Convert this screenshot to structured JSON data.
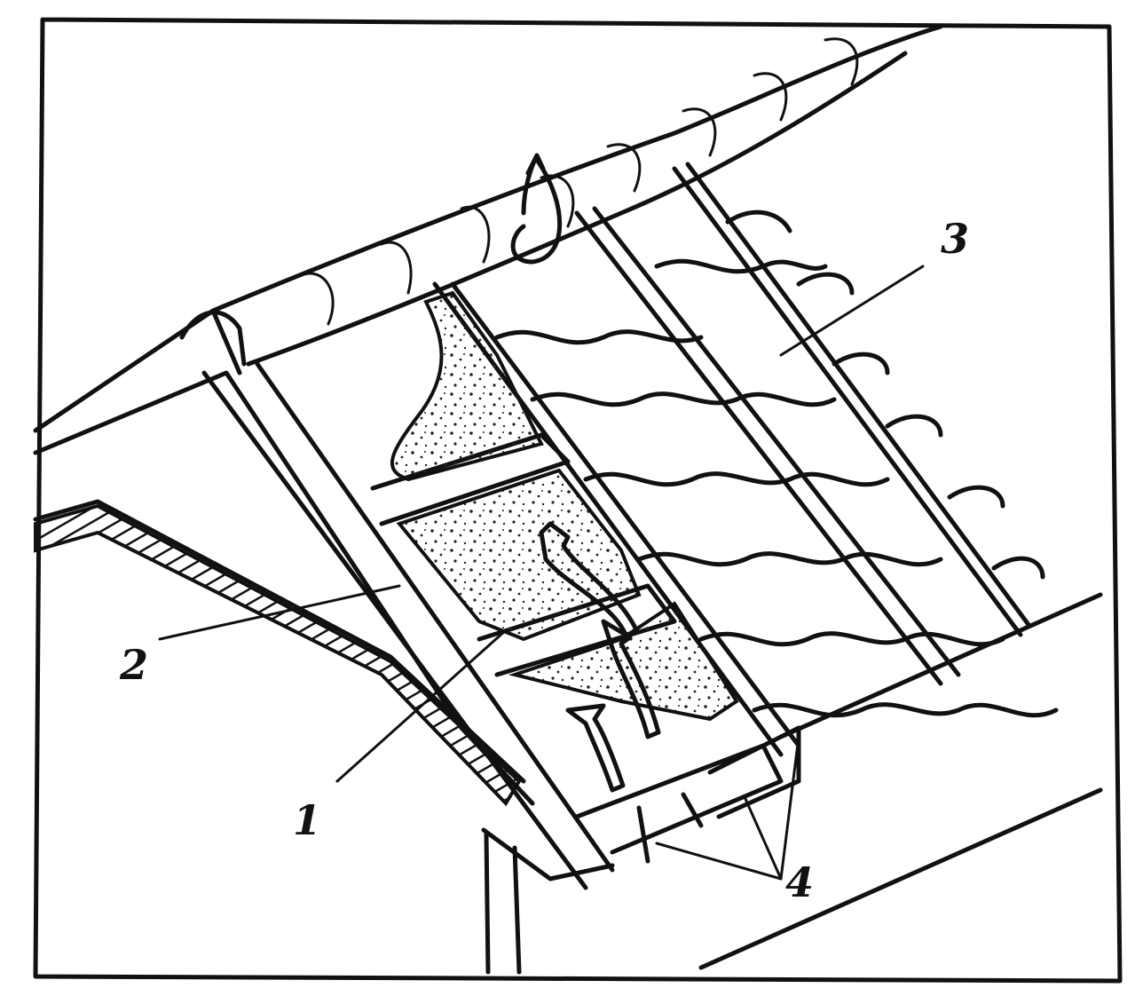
{
  "callouts": [
    {
      "id": "1",
      "label": "1"
    },
    {
      "id": "2",
      "label": "2"
    },
    {
      "id": "3",
      "label": "3"
    },
    {
      "id": "4",
      "label": "4"
    }
  ],
  "line_color": "#111111",
  "background": "#ffffff"
}
